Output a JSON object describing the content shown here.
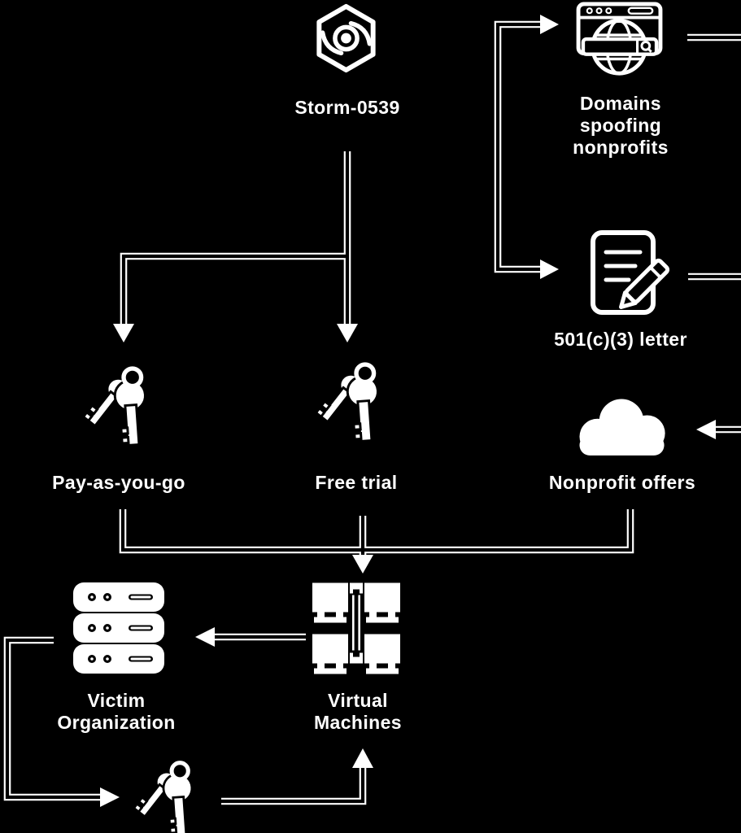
{
  "colors": {
    "background": "#000000",
    "foreground": "#ffffff"
  },
  "nodes": {
    "storm": {
      "label": "Storm-0539",
      "icon": "threat-actor-hexagon-icon"
    },
    "domains": {
      "label": "Domains spoofing nonprofits",
      "icon": "browser-globe-search-icon"
    },
    "letter": {
      "label": "501(c)(3) letter",
      "icon": "document-pencil-icon"
    },
    "pay_as_you_go": {
      "label": "Pay-as-you-go",
      "icon": "keys-icon"
    },
    "free_trial": {
      "label": "Free trial",
      "icon": "keys-icon"
    },
    "nonprofit_offers": {
      "label": "Nonprofit offers",
      "icon": "cloud-icon"
    },
    "victim_org": {
      "label": "Victim Organization",
      "icon": "server-stack-icon"
    },
    "virtual_machines": {
      "label": "Virtual Machines",
      "icon": "virtual-machines-icon"
    },
    "stolen_keys": {
      "label": "",
      "icon": "keys-icon"
    }
  },
  "edges": [
    {
      "from": "storm",
      "to": "pay_as_you_go",
      "type": "arrow"
    },
    {
      "from": "storm",
      "to": "free_trial",
      "type": "arrow"
    },
    {
      "from": "bracket",
      "to": "domains",
      "type": "arrow"
    },
    {
      "from": "bracket",
      "to": "letter",
      "type": "arrow"
    },
    {
      "from": "domains",
      "to": "offscreen-right",
      "type": "line"
    },
    {
      "from": "letter",
      "to": "offscreen-right",
      "type": "line"
    },
    {
      "from": "offscreen-right",
      "to": "nonprofit_offers",
      "type": "arrow"
    },
    {
      "from": "pay_as_you_go",
      "to": "virtual_machines",
      "type": "arrow",
      "via": "junction"
    },
    {
      "from": "free_trial",
      "to": "virtual_machines",
      "type": "arrow",
      "via": "junction"
    },
    {
      "from": "nonprofit_offers",
      "to": "virtual_machines",
      "type": "arrow",
      "via": "junction"
    },
    {
      "from": "virtual_machines",
      "to": "victim_org",
      "type": "arrow"
    },
    {
      "from": "victim_org",
      "to": "stolen_keys",
      "type": "arrow"
    },
    {
      "from": "stolen_keys",
      "to": "virtual_machines",
      "type": "arrow"
    }
  ]
}
